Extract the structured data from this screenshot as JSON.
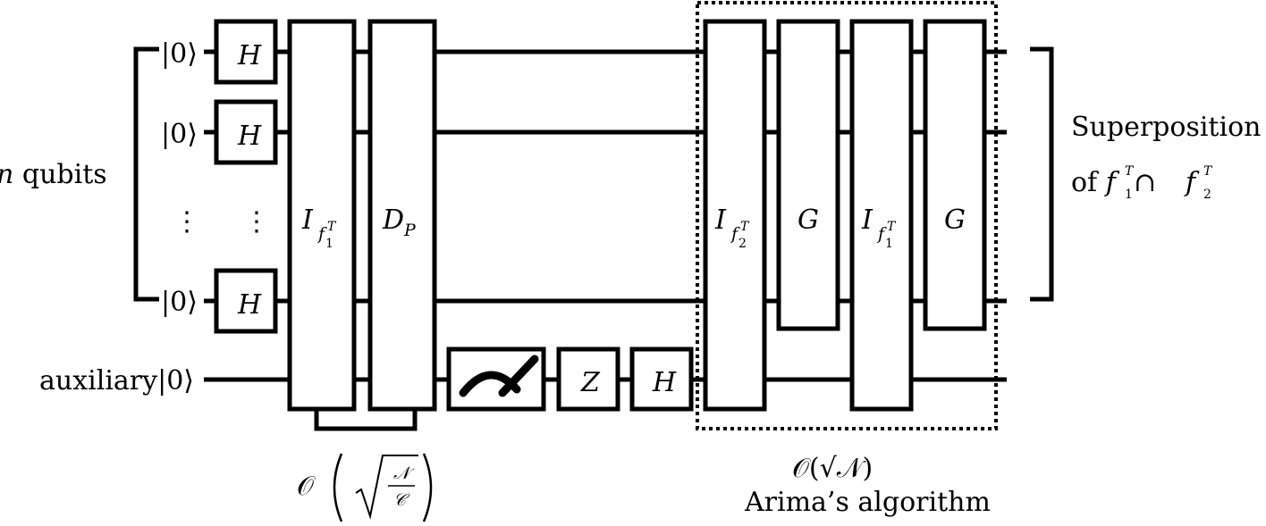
{
  "left_bracket_label": {
    "var": "n",
    "text": " qubits"
  },
  "ket": "|0⟩",
  "auxiliary": {
    "prefix": "auxiliary",
    "ket": "|0⟩"
  },
  "gates": {
    "h": "H",
    "g": "G",
    "z": "Z",
    "dp": {
      "base": "D",
      "sub": "P"
    },
    "i_f1": {
      "base": "I",
      "sub": "f",
      "subsub": "1",
      "sup": "T"
    },
    "i_f2": {
      "base": "I",
      "sub": "f",
      "subsub": "2",
      "sup": "T"
    }
  },
  "dots": "⋮",
  "complexity_left": {
    "o": "𝒪",
    "num": "𝒩",
    "den": "𝒞"
  },
  "complexity_right": {
    "text": "𝒪(√𝒩)"
  },
  "arima_label": "Arima’s algorithm",
  "result": {
    "line1": "Superposition",
    "line2_prefix": "of ",
    "f": "f",
    "sup": "T",
    "sub1": "1",
    "sub2": "2",
    "cap": " ∩ "
  }
}
